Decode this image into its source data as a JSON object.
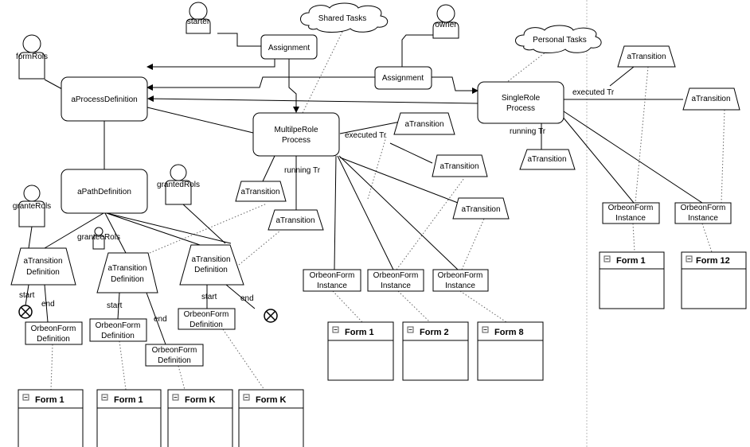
{
  "actors": {
    "starter": "starter",
    "owner": "owner",
    "formRols": "formRols",
    "grantedRols": "grantedRols",
    "granteRols": "granteRols",
    "granteeRols": "granteeRols"
  },
  "clouds": {
    "shared_tasks": "Shared Tasks",
    "personal_tasks": "Personal Tasks"
  },
  "nodes": {
    "assignment_1": "Assignment",
    "assignment_2": "Assignment",
    "process_definition": "aProcessDefinition",
    "path_definition": "aPathDefinition",
    "multiple_role_process": [
      "MultilpeRole",
      "Process"
    ],
    "single_role_process": [
      "SingleRole",
      "Process"
    ]
  },
  "transitions": {
    "mr_1": "aTransition",
    "mr_2": "aTransition",
    "mr_3": "aTransition",
    "mr_4": "aTransition",
    "mr_5": "aTransition",
    "sr_1": "aTransition",
    "sr_2": "aTransition",
    "sr_3": "aTransition"
  },
  "transition_definitions": {
    "td_1": [
      "aTransition",
      "Definition"
    ],
    "td_2": [
      "aTransition",
      "Definition"
    ],
    "td_3": [
      "aTransition",
      "Definition"
    ]
  },
  "form_definitions": {
    "fd_1": [
      "OrbeonForm",
      "Definition"
    ],
    "fd_2": [
      "OrbeonForm",
      "Definition"
    ],
    "fd_3": [
      "OrbeonForm",
      "Definition"
    ],
    "fd_4": [
      "OrbeonForm",
      "Definition"
    ]
  },
  "form_instances": {
    "fi_1": [
      "OrbeonForm",
      "Instance"
    ],
    "fi_2": [
      "OrbeonForm",
      "Instance"
    ],
    "fi_3": [
      "OrbeonForm",
      "Instance"
    ],
    "fi_4": [
      "OrbeonForm",
      "Instance"
    ],
    "fi_5": [
      "OrbeonForm",
      "Instance"
    ]
  },
  "forms": {
    "def_1": "Form 1",
    "def_2": "Form 1",
    "def_3": "Form K",
    "def_4": "Form K",
    "inst_1": "Form 1",
    "inst_2": "Form 2",
    "inst_3": "Form 8",
    "inst_4": "Form 1",
    "inst_5": "Form 12"
  },
  "labels": {
    "executed_tr_1": "executed Tr",
    "executed_tr_2": "executed Tr",
    "running_tr_1": "running Tr",
    "running_tr_2": "running Tr",
    "start_1": "start",
    "start_2": "start",
    "start_3": "start",
    "end_1": "end",
    "end_2": "end",
    "end_3": "end"
  }
}
